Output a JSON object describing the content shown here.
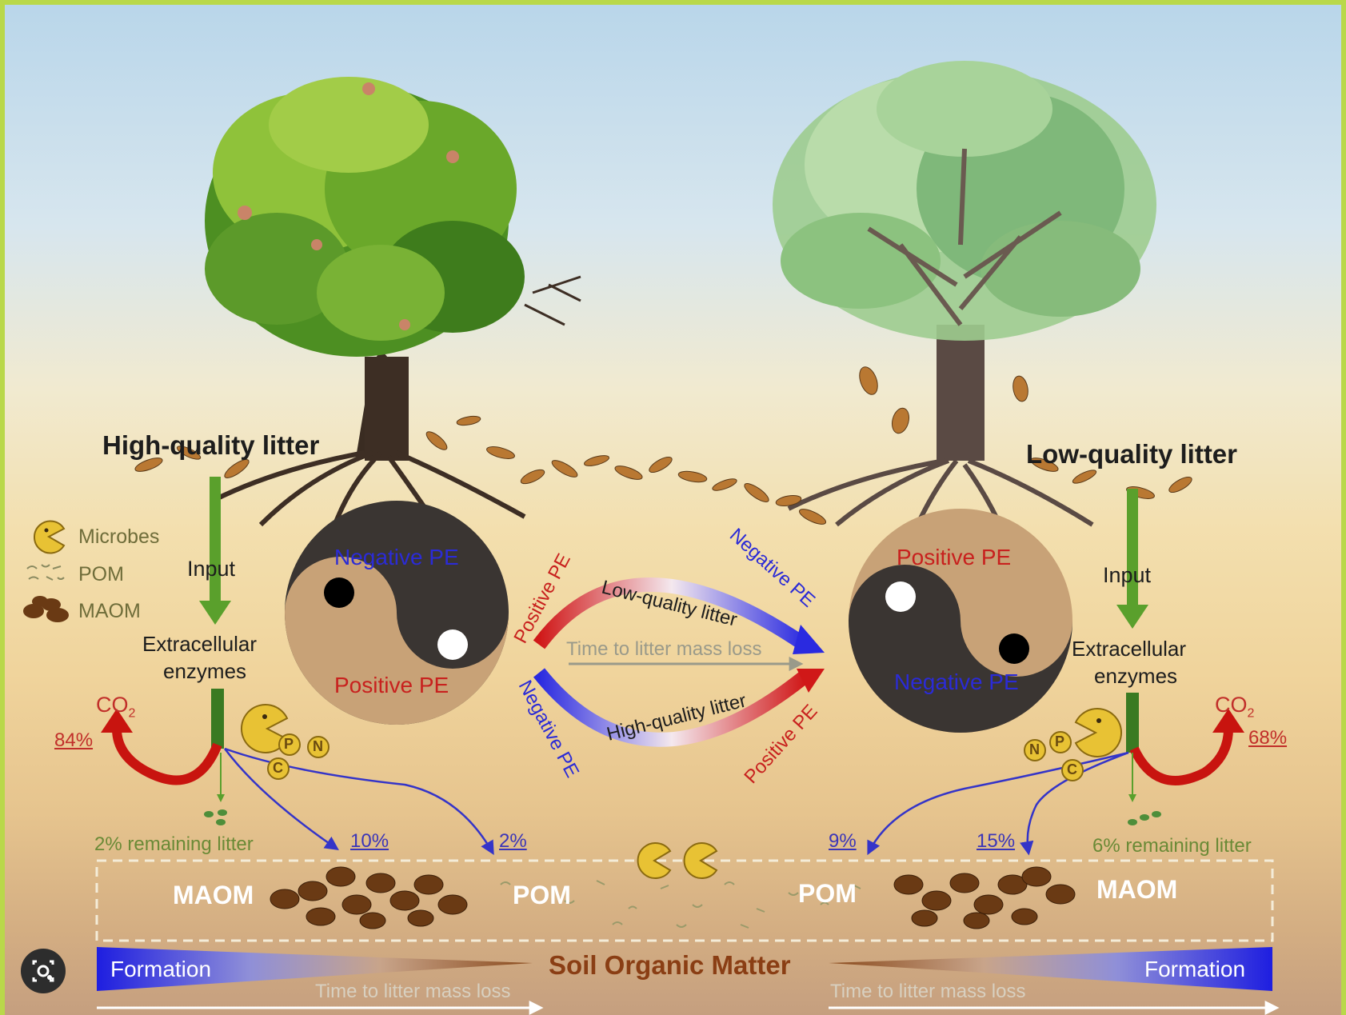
{
  "left": {
    "title": "High-quality litter",
    "input": "Input",
    "enzymes_line1": "Extracellular",
    "enzymes_line2": "enzymes",
    "co2": "CO",
    "co2_sub": "2",
    "co2_pct": "84%",
    "remaining": "2% remaining litter",
    "to_maom_pct": "10%",
    "to_pom_pct": "2%",
    "yin_top": "Negative PE",
    "yin_bottom": "Positive PE"
  },
  "right": {
    "title": "Low-quality litter",
    "input": "Input",
    "enzymes_line1": "Extracellular",
    "enzymes_line2": "enzymes",
    "co2": "CO",
    "co2_sub": "2",
    "co2_pct": "68%",
    "remaining": "6% remaining litter",
    "to_pom_pct": "9%",
    "to_maom_pct": "15%",
    "yin_top": "Positive PE",
    "yin_bottom": "Negative PE"
  },
  "legend": {
    "microbes": "Microbes",
    "pom": "POM",
    "maom": "MAOM"
  },
  "nutrients": {
    "p": "P",
    "n": "N",
    "c": "C"
  },
  "center": {
    "positive_pe": "Positive PE",
    "negative_pe": "Negative PE",
    "low_quality_litter": "Low-quality litter",
    "high_quality_litter": "High-quality litter",
    "time_to_mass_loss": "Time to litter mass loss"
  },
  "soil": {
    "maom_left": "MAOM",
    "pom_left": "POM",
    "pom_right": "POM",
    "maom_right": "MAOM",
    "title": "Soil Organic Matter",
    "formation_left": "Formation",
    "formation_right": "Formation",
    "time_left": "Time to litter mass loss",
    "time_right": "Time to litter mass loss"
  },
  "colors": {
    "positive": "#c8211e",
    "negative": "#2b2bd6",
    "input_arrow": "#5aa02c",
    "co2_arrow": "#c8140f"
  },
  "icons": {
    "scan": "image-search-icon"
  }
}
